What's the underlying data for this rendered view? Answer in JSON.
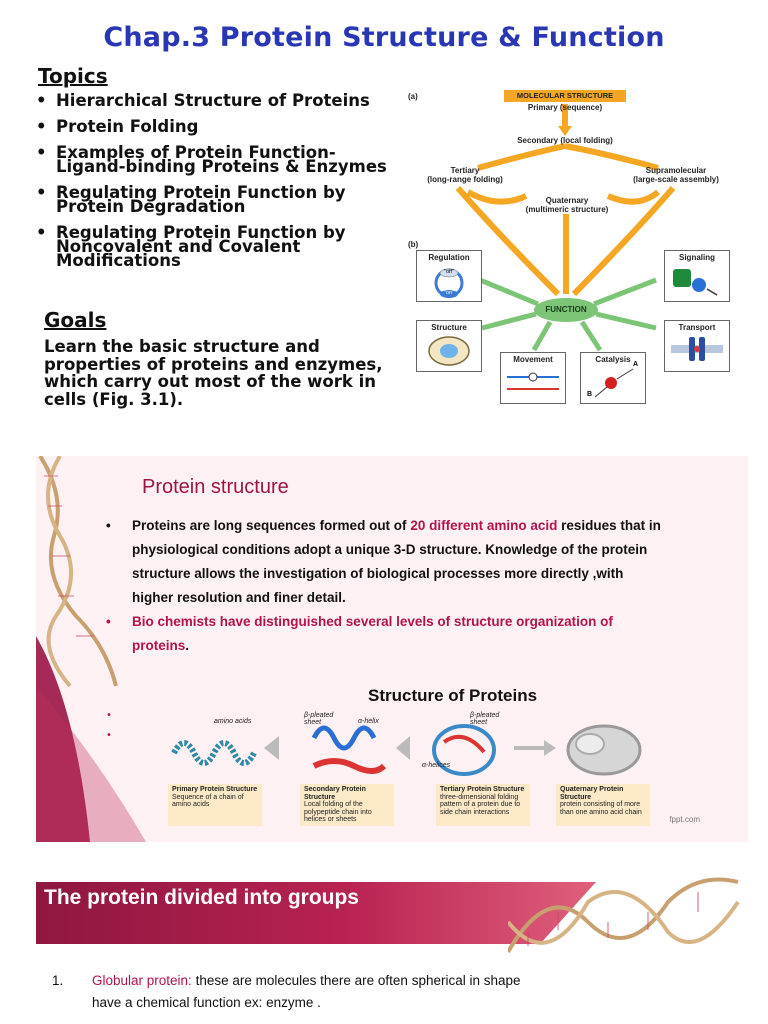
{
  "slide1": {
    "title": "Chap.3 Protein Structure & Function",
    "topics_heading": "Topics",
    "topics": [
      "Hierarchical Structure of Proteins",
      "Protein Folding",
      "Examples of Protein Function- Ligand-binding Proteins & Enzymes",
      "Regulating Protein Function by Protein Degradation",
      "Regulating Protein Function by Noncovalent and Covalent Modifications"
    ],
    "goals_heading": "Goals",
    "goals_text": "Learn the basic structure and properties of proteins and enzymes, which carry out most of the work in cells (Fig. 3.1).",
    "figure": {
      "label_a": "(a)",
      "label_b": "(b)",
      "molecular_structure": "MOLECULAR STRUCTURE",
      "primary": "Primary (sequence)",
      "secondary": "Secondary (local folding)",
      "tertiary": "Tertiary",
      "tertiary_sub": "(long-range folding)",
      "quaternary": "Quaternary",
      "quaternary_sub": "(multimeric structure)",
      "supramolecular": "Supramolecular",
      "supramolecular_sub": "(large-scale assembly)",
      "function": "FUNCTION",
      "regulation": "Regulation",
      "off": "\"off\"",
      "on": "\"on\"",
      "signaling": "Signaling",
      "structure": "Structure",
      "transport": "Transport",
      "movement": "Movement",
      "catalysis": "Catalysis",
      "cat_a": "A",
      "cat_b": "B"
    }
  },
  "slide2": {
    "title": "Protein structure",
    "bullet1_pre": "Proteins are long sequences formed out of ",
    "bullet1_hl": "20 different amino acid",
    "bullet1_post": " residues that in physiological conditions adopt a unique 3-D structure. Knowledge of the protein structure allows the investigation of biological processes more directly ,with higher resolution and finer detail.",
    "bullet2": "Bio chemists have distinguished several levels of structure organization of proteins",
    "bullet2_end": ".",
    "figure_title": "Structure of Proteins",
    "fig_labels": {
      "amino_acids": "amino acids",
      "beta_sheet": "β-pleated sheet",
      "alpha_helix": "α-helix",
      "beta_sheet2": "β-pleated sheet",
      "alpha_helices": "α-helices"
    },
    "captions": [
      {
        "title": "Primary Protein Structure",
        "text": "Sequence of a chain of amino acids"
      },
      {
        "title": "Secondary Protein Structure",
        "text": "Local folding of the polypeptide chain into helices or sheets"
      },
      {
        "title": "Tertiary Protein Structure",
        "text": "three-dimensional folding pattern of a protein due to side chain interactions"
      },
      {
        "title": "Quaternary Protein Structure",
        "text": "protein consisting of more than one amino acid chain"
      }
    ],
    "credit": "fppt.com"
  },
  "slide3": {
    "title": "The protein divided into groups",
    "item_number": "1.",
    "item_hl": "Globular protein:",
    "item_text": " these are molecules there are often spherical in shape",
    "item_cont": "have a chemical function ex: enzyme ."
  },
  "colors": {
    "title_blue": "#2a37b5",
    "accent_magenta": "#b5124d",
    "band_crimson": "#8e1740",
    "figure_orange": "#f5a623",
    "function_green": "#7cc576"
  }
}
